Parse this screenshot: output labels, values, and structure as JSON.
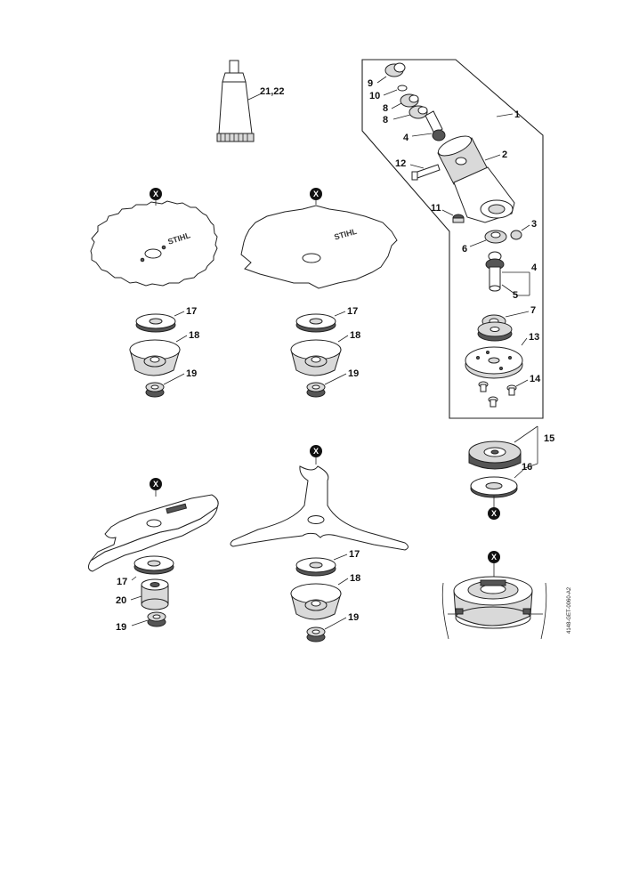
{
  "labels": {
    "l1": "1",
    "l2": "2",
    "l3": "3",
    "l4a": "4",
    "l4b": "4",
    "l5": "5",
    "l6": "6",
    "l7": "7",
    "l8a": "8",
    "l8b": "8",
    "l9": "9",
    "l10": "10",
    "l11": "11",
    "l12": "12",
    "l13": "13",
    "l14": "14",
    "l15": "15",
    "l16": "16",
    "l17a": "17",
    "l18a": "18",
    "l19a": "19",
    "l17b": "17",
    "l18b": "18",
    "l19b": "19",
    "l17c": "17",
    "l20": "20",
    "l19c": "19",
    "l17d": "17",
    "l18d": "18",
    "l19d": "19",
    "l2122": "21,22"
  },
  "markers": {
    "x": "X"
  },
  "brand_text": "STIHL",
  "drawing_code": "4148-GET-0060-A2"
}
